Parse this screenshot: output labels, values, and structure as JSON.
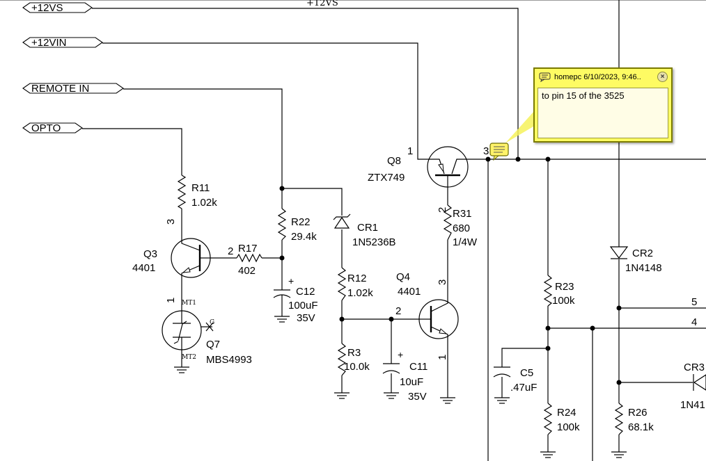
{
  "ports": {
    "p12vs": "+12VS",
    "p12vs_net": "+12VS",
    "p12vin": "+12VIN",
    "remote": "REMOTE IN",
    "opto": "OPTO"
  },
  "parts": {
    "r11": {
      "ref": "R11",
      "val": "1.02k"
    },
    "r22": {
      "ref": "R22",
      "val": "29.4k"
    },
    "r17": {
      "ref": "R17",
      "val": "402"
    },
    "q3": {
      "ref": "Q3",
      "val": "4401"
    },
    "c12": {
      "ref": "C12",
      "val": "100uF",
      "v": "35V"
    },
    "q7": {
      "ref": "Q7",
      "val": "MBS4993",
      "mt1": "MT1",
      "mt2": "MT2",
      "g": "G"
    },
    "cr1": {
      "ref": "CR1",
      "val": "1N5236B"
    },
    "r12": {
      "ref": "R12",
      "val": "1.02k"
    },
    "r3": {
      "ref": "R3",
      "val": "10.0k"
    },
    "c11": {
      "ref": "C11",
      "val": "10uF",
      "v": "35V"
    },
    "q4": {
      "ref": "Q4",
      "val": "4401"
    },
    "q8": {
      "ref": "Q8",
      "val": "ZTX749"
    },
    "r31": {
      "ref": "R31",
      "val": "680",
      "w": "1/4W"
    },
    "c5": {
      "ref": "C5",
      "val": ".47uF"
    },
    "r23": {
      "ref": "R23",
      "val": "100k"
    },
    "r24": {
      "ref": "R24",
      "val": "100k"
    },
    "cr2": {
      "ref": "CR2",
      "val": "1N4148"
    },
    "r26": {
      "ref": "R26",
      "val": "68.1k"
    },
    "cr3": {
      "ref": "CR3",
      "val": "1N41"
    }
  },
  "pins": {
    "q3_3": "3",
    "q3_2": "2",
    "q3_1": "1",
    "q8_1": "1",
    "q8_2": "2",
    "q8_3": "3",
    "q4_3": "3",
    "q4_2": "2",
    "q4_1": "1",
    "n5": "5",
    "n4": "4"
  },
  "note": {
    "title": "homepc 6/10/2023, 9:46..",
    "text": "to pin 15 of the 3525",
    "close": "×"
  }
}
